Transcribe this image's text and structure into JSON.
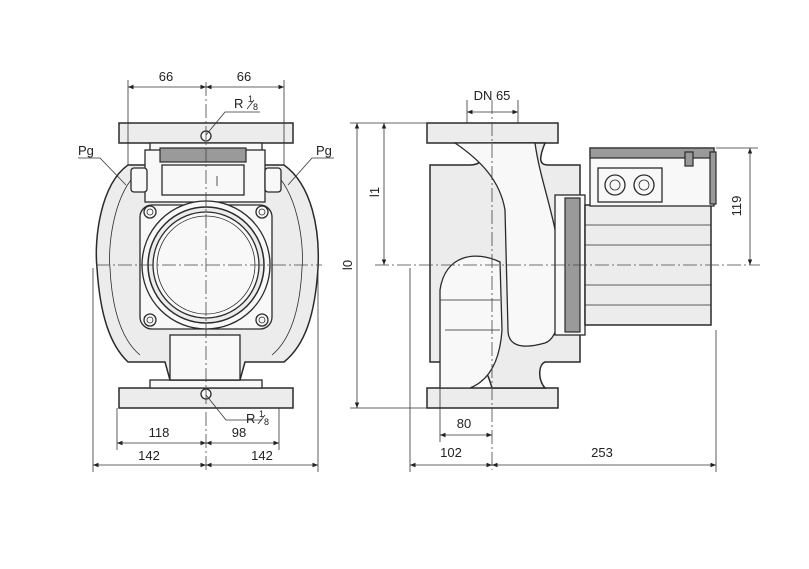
{
  "drawing": {
    "front_view": {
      "dim_top_left": "66",
      "dim_top_right": "66",
      "thread_top": {
        "prefix": "R",
        "num": "1",
        "den": "8"
      },
      "thread_bottom": {
        "prefix": "R",
        "num": "1",
        "den": "8"
      },
      "pg_left": "Pg",
      "pg_right": "Pg",
      "dim_bottom_left_inner": "118",
      "dim_bottom_right_inner": "98",
      "dim_bottom_left_outer": "142",
      "dim_bottom_right_outer": "142"
    },
    "side_view": {
      "dn_label": "DN 65",
      "height_total": "l0",
      "height_axis": "l1",
      "motor_height": "119",
      "dim_80": "80",
      "dim_102": "102",
      "dim_253": "253"
    }
  }
}
